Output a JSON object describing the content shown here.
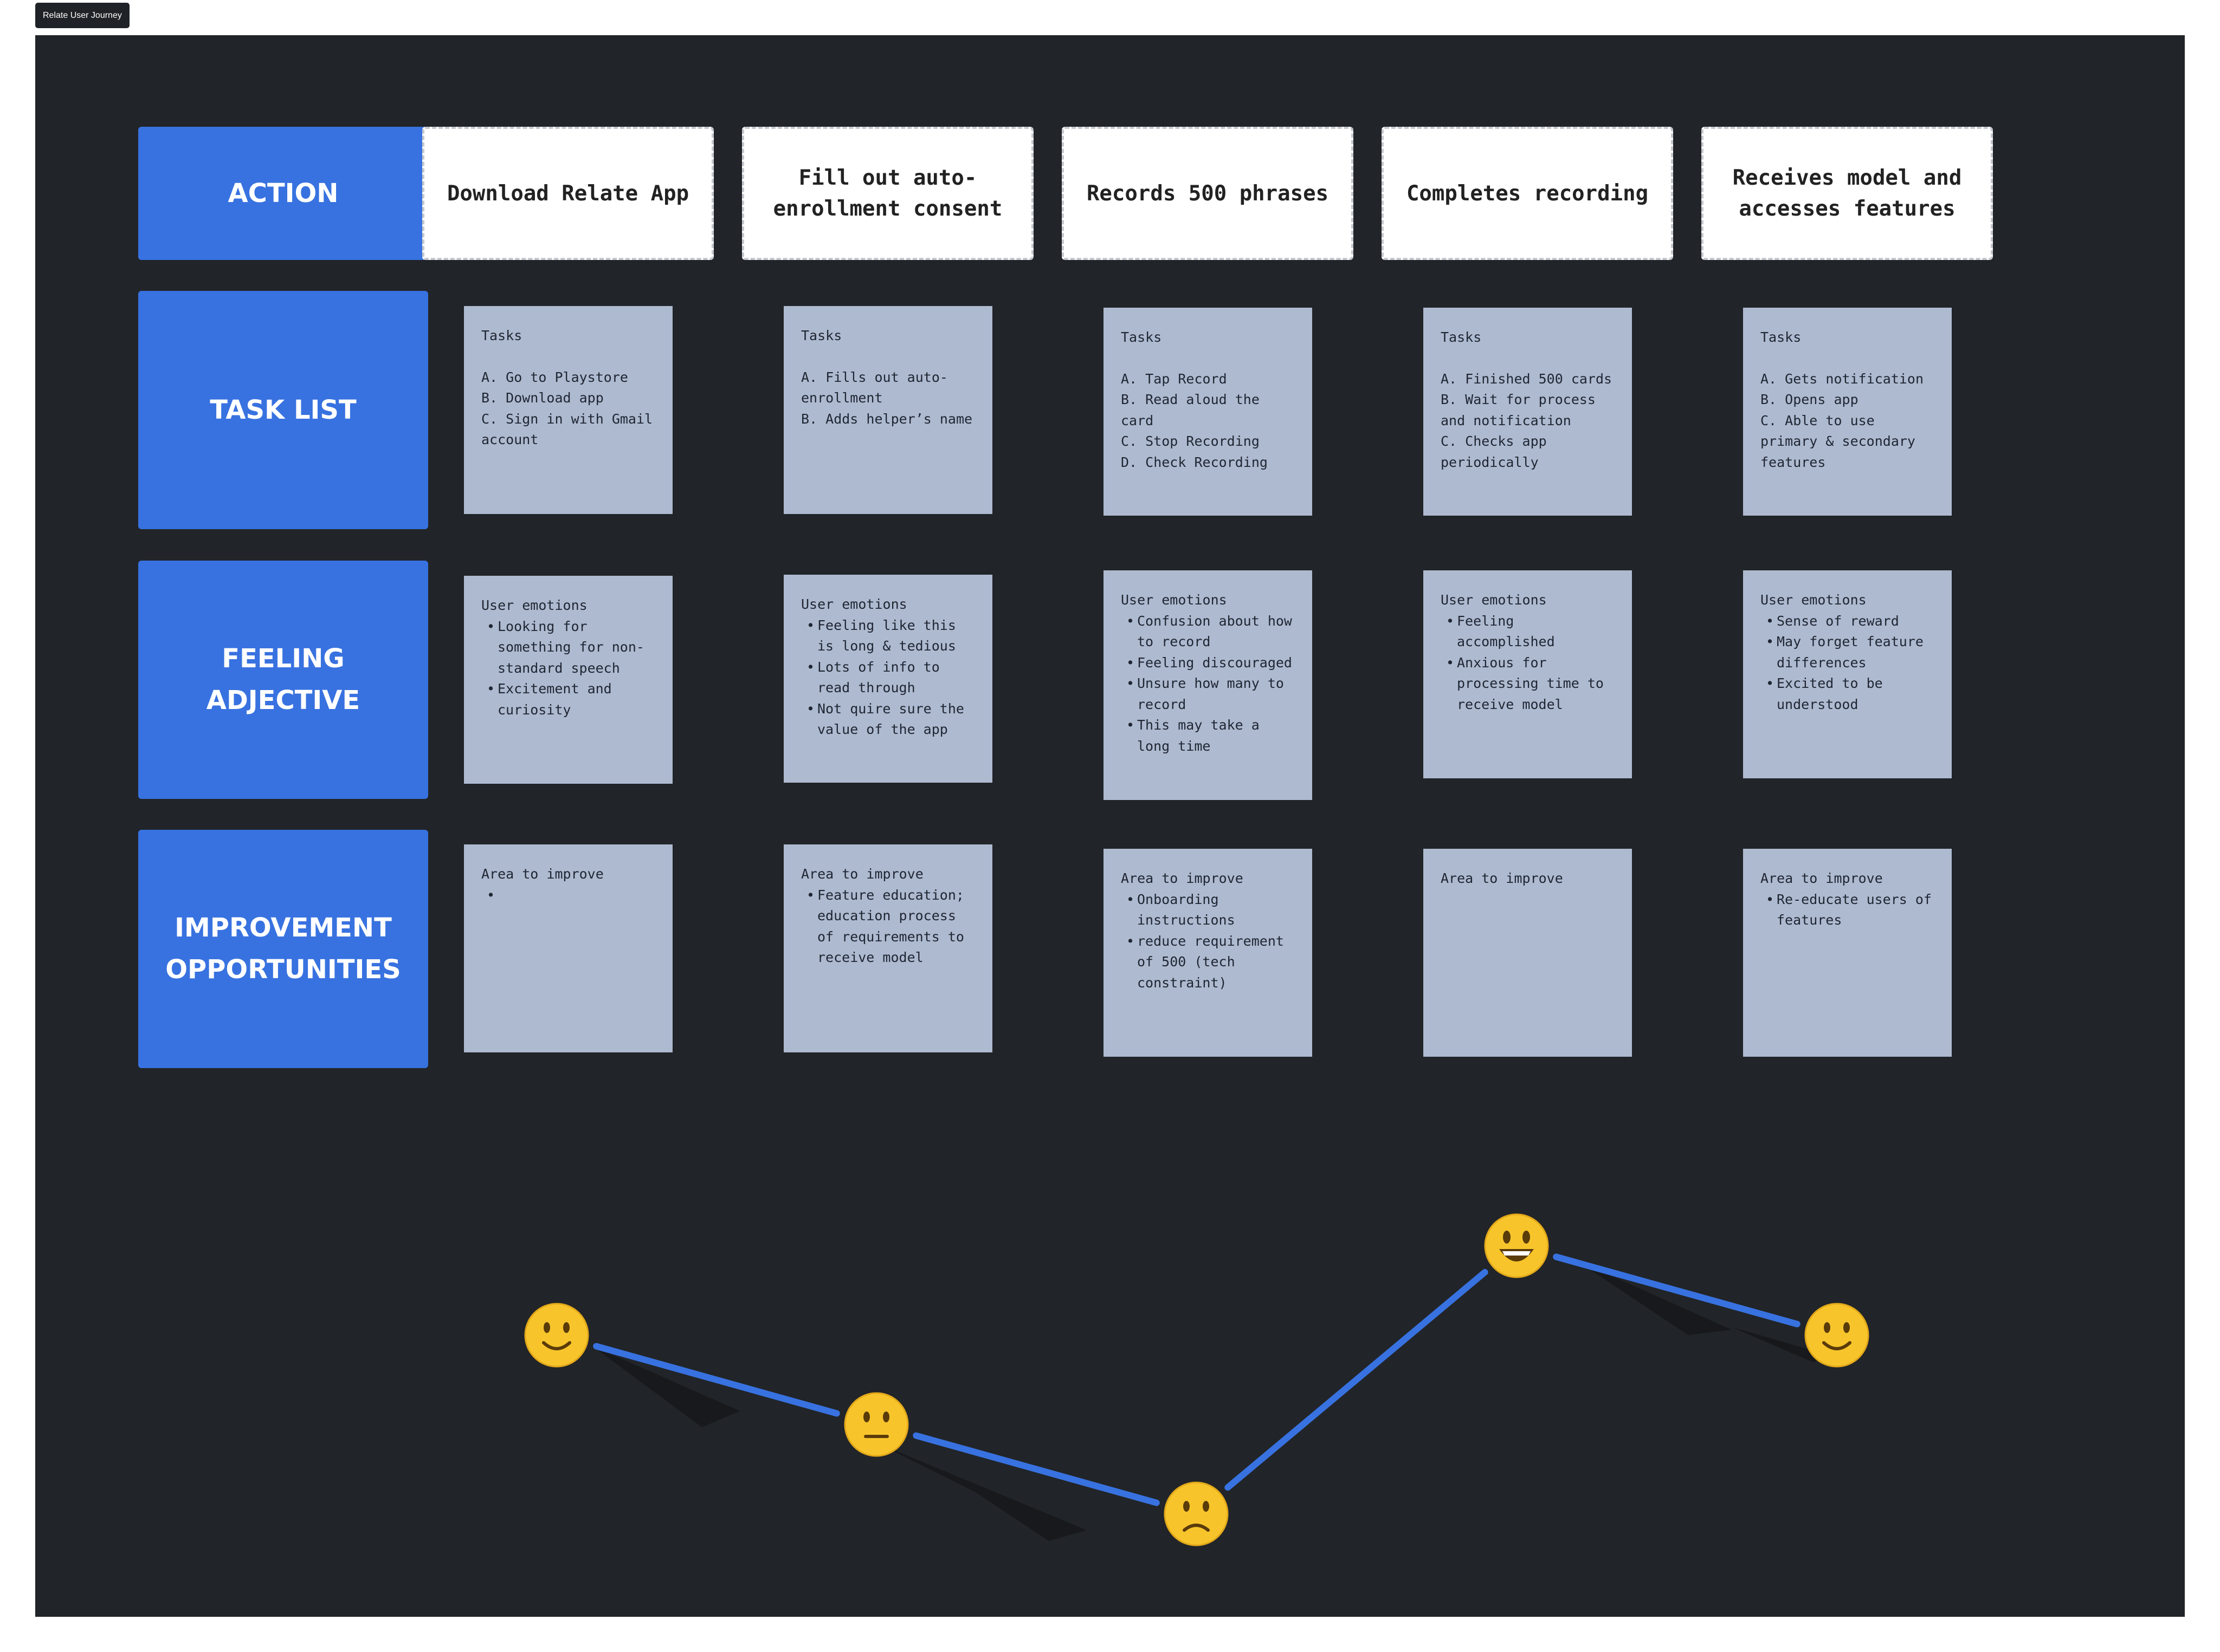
{
  "frame": {
    "label": "Relate User Journey"
  },
  "row_headers": [
    {
      "label": "ACTION"
    },
    {
      "label": "TASK LIST"
    },
    {
      "label": "FEELING\nADJECTIVE"
    },
    {
      "label": "IMPROVEMENT\nOPPORTUNITIES"
    }
  ],
  "actions": [
    {
      "label": "Download Relate App"
    },
    {
      "label": "Fill out auto-enrollment consent"
    },
    {
      "label": "Records 500 phrases"
    },
    {
      "label": "Completes recording"
    },
    {
      "label": "Receives model and accesses features"
    }
  ],
  "tasks": [
    {
      "title": "Tasks",
      "items": [
        "A. Go to Playstore",
        "B. Download app",
        "C. Sign in with Gmail account"
      ]
    },
    {
      "title": "Tasks",
      "items": [
        "A. Fills out auto-enrollment",
        "B. Adds helper’s name"
      ]
    },
    {
      "title": "Tasks",
      "items": [
        "A. Tap Record",
        "B. Read aloud the card",
        "C. Stop Recording",
        "D. Check Recording"
      ]
    },
    {
      "title": "Tasks",
      "items": [
        "A. Finished 500 cards",
        "B. Wait for process and notification",
        "C. Checks app periodically"
      ]
    },
    {
      "title": "Tasks",
      "items": [
        "A. Gets notification",
        "B. Opens app",
        "C. Able to use primary & secondary features"
      ]
    }
  ],
  "emotions": [
    {
      "title": "User emotions",
      "items": [
        "Looking for something for non-standard speech",
        "Excitement and curiosity"
      ]
    },
    {
      "title": "User emotions",
      "items": [
        "Feeling like this is long & tedious",
        "Lots of info to read through",
        "Not quire sure the value of the app"
      ]
    },
    {
      "title": "User emotions",
      "items": [
        "Confusion about how to record",
        "Feeling discouraged",
        "Unsure how many to record",
        "This may take a long time"
      ]
    },
    {
      "title": "User emotions",
      "items": [
        "Feeling accomplished",
        "Anxious for processing time to receive model"
      ]
    },
    {
      "title": "User emotions",
      "items": [
        "Sense of reward",
        "May forget feature differences",
        "Excited to be understood"
      ]
    }
  ],
  "improvements": [
    {
      "title": "Area to improve",
      "items": [
        ""
      ]
    },
    {
      "title": "Area to improve",
      "items": [
        "Feature education; education process of requirements to receive model"
      ]
    },
    {
      "title": "Area to improve",
      "items": [
        "Onboarding instructions",
        "reduce requirement of 500 (tech constraint)"
      ]
    },
    {
      "title": "Area to improve",
      "items": []
    },
    {
      "title": "Area to improve",
      "items": [
        "Re-educate users of features"
      ]
    }
  ],
  "emotion_curve": {
    "stages": [
      "Download Relate App",
      "Fill out auto-enrollment consent",
      "Records 500 phrases",
      "Completes recording",
      "Receives model and accesses features"
    ],
    "faces": [
      "smiling-face",
      "neutral-face",
      "frowning-face",
      "grinning-face",
      "smiling-face"
    ],
    "sentiment": [
      1,
      0,
      -1,
      2,
      1
    ],
    "line_color": "#3872e0",
    "face_color": "#f7c52b"
  }
}
